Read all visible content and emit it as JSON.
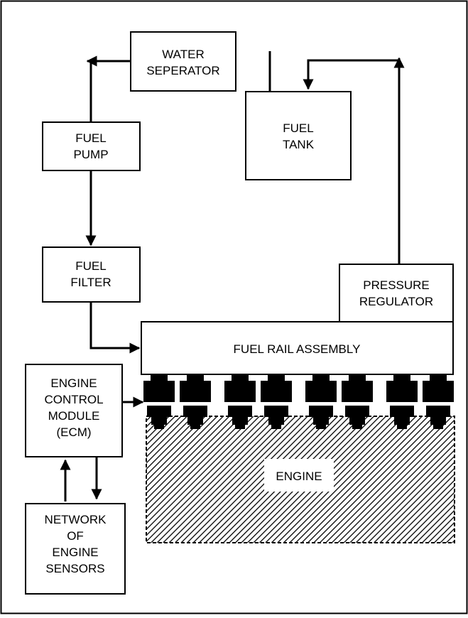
{
  "diagram": {
    "boxes": {
      "water_separator": [
        "WATER",
        "SEPERATOR"
      ],
      "fuel_tank": [
        "FUEL",
        "TANK"
      ],
      "fuel_pump": [
        "FUEL",
        "PUMP"
      ],
      "fuel_filter": [
        "FUEL",
        "FILTER"
      ],
      "pressure_regulator": [
        "PRESSURE",
        "REGULATOR"
      ],
      "fuel_rail": "FUEL RAIL ASSEMBLY",
      "ecm": [
        "ENGINE",
        "CONTROL",
        "MODULE",
        "(ECM)"
      ],
      "sensors": [
        "NETWORK",
        "OF",
        "ENGINE",
        "SENSORS"
      ],
      "engine": "ENGINE"
    },
    "injector_count": 8,
    "colors": {
      "line": "#000000",
      "background": "#ffffff"
    }
  }
}
